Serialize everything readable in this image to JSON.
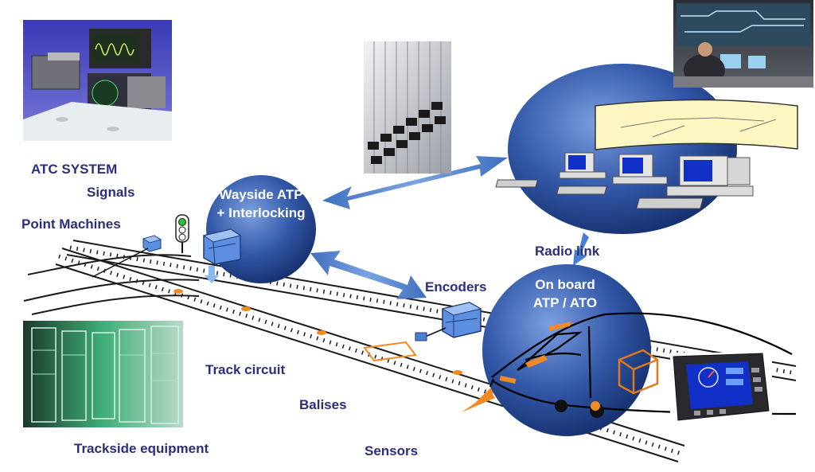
{
  "labels": {
    "atc_system": "ATC SYSTEM",
    "signals": "Signals",
    "point_machines": "Point Machines",
    "wayside_atp_line1": "Wayside ATP",
    "wayside_atp_line2": "+ Interlocking",
    "radio_link": "Radio link",
    "encoders": "Encoders",
    "onboard_line1": "On board",
    "onboard_line2": "ATP / ATO",
    "track_circuit": "Track circuit",
    "balises": "Balises",
    "trackside_equipment": "Trackside equipment",
    "sensors": "Sensors"
  },
  "colors": {
    "label_text": "#2b2f7a",
    "bubble_dark": "#1b3a7a",
    "bubble_light": "#6a8fd4",
    "arrow": "#3a73c8",
    "balise_orange": "#f08a24",
    "track": "#1a1a1a",
    "screen_blue": "#1030c8"
  },
  "icons": [
    "signal-light-icon",
    "equipment-box-icon",
    "computer-workstation-icon",
    "train-cab-icon",
    "balise-icon"
  ]
}
